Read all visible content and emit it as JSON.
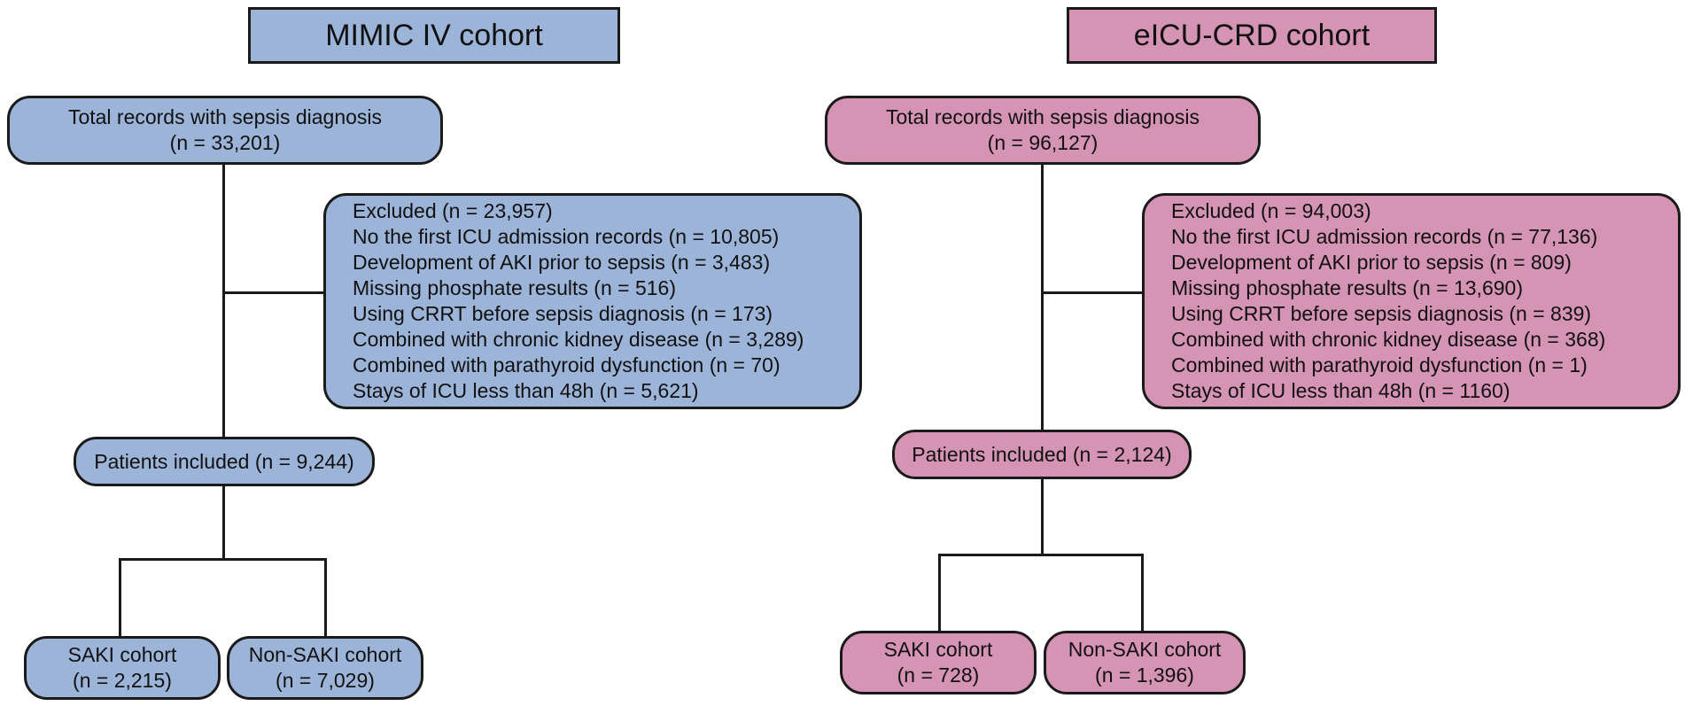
{
  "mimic": {
    "title": "MIMIC IV cohort",
    "total": {
      "line1": "Total records with sepsis diagnosis",
      "line2": "(n = 33,201)"
    },
    "excluded": [
      "Excluded (n = 23,957)",
      "No the first ICU admission records (n = 10,805)",
      "Development of AKI prior to sepsis (n = 3,483)",
      "Missing phosphate results (n = 516)",
      "Using CRRT before sepsis diagnosis (n = 173)",
      "Combined with chronic kidney disease (n = 3,289)",
      "Combined with parathyroid dysfunction (n = 70)",
      "Stays of ICU less than 48h (n = 5,621)"
    ],
    "included": "Patients included (n = 9,244)",
    "saki": {
      "line1": "SAKI cohort",
      "line2": "(n = 2,215)"
    },
    "nonsaki": {
      "line1": "Non-SAKI cohort",
      "line2": "(n = 7,029)"
    }
  },
  "eicu": {
    "title": "eICU-CRD cohort",
    "total": {
      "line1": "Total records with sepsis diagnosis",
      "line2": "(n = 96,127)"
    },
    "excluded": [
      "Excluded (n = 94,003)",
      "No the first ICU admission records (n = 77,136)",
      "Development of AKI prior to sepsis (n = 809)",
      "Missing phosphate results (n = 13,690)",
      "Using CRRT before sepsis diagnosis (n = 839)",
      "Combined with chronic kidney disease (n = 368)",
      "Combined with parathyroid dysfunction (n = 1)",
      "Stays of ICU less than 48h (n = 1160)"
    ],
    "included": "Patients included (n = 2,124)",
    "saki": {
      "line1": "SAKI cohort",
      "line2": "(n = 728)"
    },
    "nonsaki": {
      "line1": "Non-SAKI cohort",
      "line2": "(n = 1,396)"
    }
  },
  "colors": {
    "mimic_fill": "#9db4d9",
    "eicu_fill": "#d694b4",
    "stroke": "#1a1a1a"
  }
}
